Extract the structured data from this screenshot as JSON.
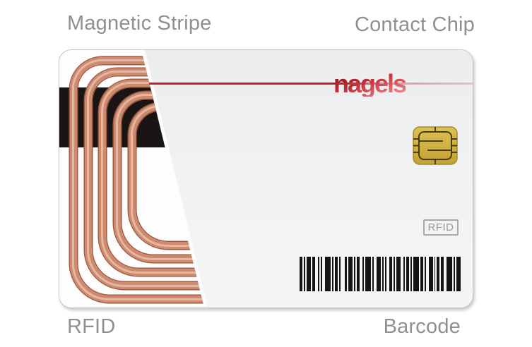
{
  "labels": {
    "top_left": "Magnetic Stripe",
    "top_right": "Contact Chip",
    "bottom_left": "RFID",
    "bottom_right": "Barcode"
  },
  "card": {
    "brand": "nagels",
    "rfid_badge": "RFID",
    "chip_color": "#d4b746"
  },
  "barcode": {
    "bars": [
      2,
      1,
      1,
      1,
      3,
      1,
      2,
      2,
      1,
      1,
      1,
      2,
      4,
      1,
      1,
      1,
      2,
      1,
      1,
      3,
      2,
      1,
      3,
      1,
      1,
      1,
      2,
      2,
      1,
      1,
      4,
      1,
      1,
      2,
      3,
      1,
      1,
      1,
      1,
      2,
      2,
      1,
      1,
      1,
      3,
      2,
      1,
      1,
      2,
      1,
      1,
      1,
      4,
      1,
      2,
      1,
      1,
      2,
      3,
      1,
      1,
      1,
      2,
      1,
      2,
      2,
      4,
      1,
      1,
      1,
      3,
      2
    ]
  },
  "theme": {
    "accent_line": "#c3232b",
    "accent_line_fade": "#f0bdbf",
    "label_text": "#909093",
    "coil": "#cd8a6e",
    "coil_edge": "#a05a42",
    "coil_highlight": "#e5b7a1",
    "magstripe": "#181514",
    "brand_dark": "#8f161e",
    "brand_light": "#ec8d95",
    "bar_color": "#141414"
  }
}
